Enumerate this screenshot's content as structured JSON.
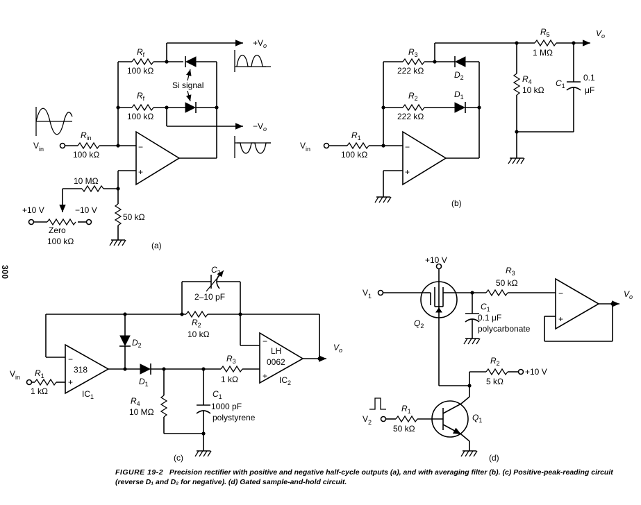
{
  "caption": {
    "head": "FIGURE 19-2",
    "body": "Precision rectifier with positive and negative half-cycle outputs (a), and with averaging filter (b). (c) Positive-peak-reading circuit (reverse D₁ and D₂ for negative). (d) Gated sample-and-hold circuit."
  },
  "side_mark": "300",
  "a": {
    "label": "(a)",
    "rf_top": "R",
    "rf_top_sub": "f",
    "rf_top_val": "100 kΩ",
    "rf_bot": "R",
    "rf_bot_sub": "f",
    "rf_bot_val": "100 kΩ",
    "si": "Si signal",
    "pos_out": "+V",
    "pos_out_sub": "o",
    "neg_out": "−V",
    "neg_out_sub": "o",
    "vin": "V",
    "vin_sub": "in",
    "rin": "R",
    "rin_sub": "in",
    "rin_val": "100 kΩ",
    "r10m": "10 MΩ",
    "p10": "+10 V",
    "m10": "−10 V",
    "zero": "Zero",
    "zero_val": "100 kΩ",
    "r50k": "50 kΩ",
    "minus": "−",
    "plus": "+"
  },
  "b": {
    "label": "(b)",
    "r3": "R",
    "r3_sub": "3",
    "r3_val": "222 kΩ",
    "r2": "R",
    "r2_sub": "2",
    "r2_val": "222 kΩ",
    "d2": "D",
    "d2_sub": "2",
    "d1": "D",
    "d1_sub": "1",
    "r5": "R",
    "r5_sub": "5",
    "r5_val": "1 MΩ",
    "r4": "R",
    "r4_sub": "4",
    "r4_val": "10 kΩ",
    "c1": "C",
    "c1_sub": "1",
    "c1_val1": "0.1",
    "c1_val2": "μF",
    "vo": "V",
    "vo_sub": "o",
    "vin": "V",
    "vin_sub": "in",
    "r1": "R",
    "r1_sub": "1",
    "r1_val": "100 kΩ",
    "minus": "−",
    "plus": "+"
  },
  "c": {
    "label": "(c)",
    "c2": "C",
    "c2_sub": "2",
    "c2_val": "2–10 pF",
    "r2": "R",
    "r2_sub": "2",
    "r2_val": "10 kΩ",
    "d2": "D",
    "d2_sub": "2",
    "d1": "D",
    "d1_sub": "1",
    "ic1": "318",
    "ic1_name": "IC",
    "ic1_sub": "1",
    "ic2": "LH",
    "ic2b": "0062",
    "ic2_name": "IC",
    "ic2_sub": "2",
    "r3": "R",
    "r3_sub": "3",
    "r3_val": "1 kΩ",
    "vo": "V",
    "vo_sub": "o",
    "vin": "V",
    "vin_sub": "in",
    "r1": "R",
    "r1_sub": "1",
    "r1_val": "1 kΩ",
    "r4": "R",
    "r4_sub": "4",
    "r4_val": "10 MΩ",
    "c1": "C",
    "c1_sub": "1",
    "c1_val": "1000 pF",
    "c1_type": "polystyrene",
    "minus": "−",
    "plus": "+"
  },
  "d": {
    "label": "(d)",
    "p10": "+10 V",
    "v1": "V",
    "v1_sub": "1",
    "q2": "Q",
    "q2_sub": "2",
    "r3": "R",
    "r3_sub": "3",
    "r3_val": "50 kΩ",
    "c1": "C",
    "c1_sub": "1",
    "c1_val": "0.1 μF",
    "c1_type": "polycarbonate",
    "vo": "V",
    "vo_sub": "o",
    "r2": "R",
    "r2_sub": "2",
    "r2_val": "5 kΩ",
    "p10b": "+10 V",
    "v2": "V",
    "v2_sub": "2",
    "r1": "R",
    "r1_sub": "1",
    "r1_val": "50 kΩ",
    "q1": "Q",
    "q1_sub": "1",
    "minus": "−",
    "plus": "+"
  }
}
